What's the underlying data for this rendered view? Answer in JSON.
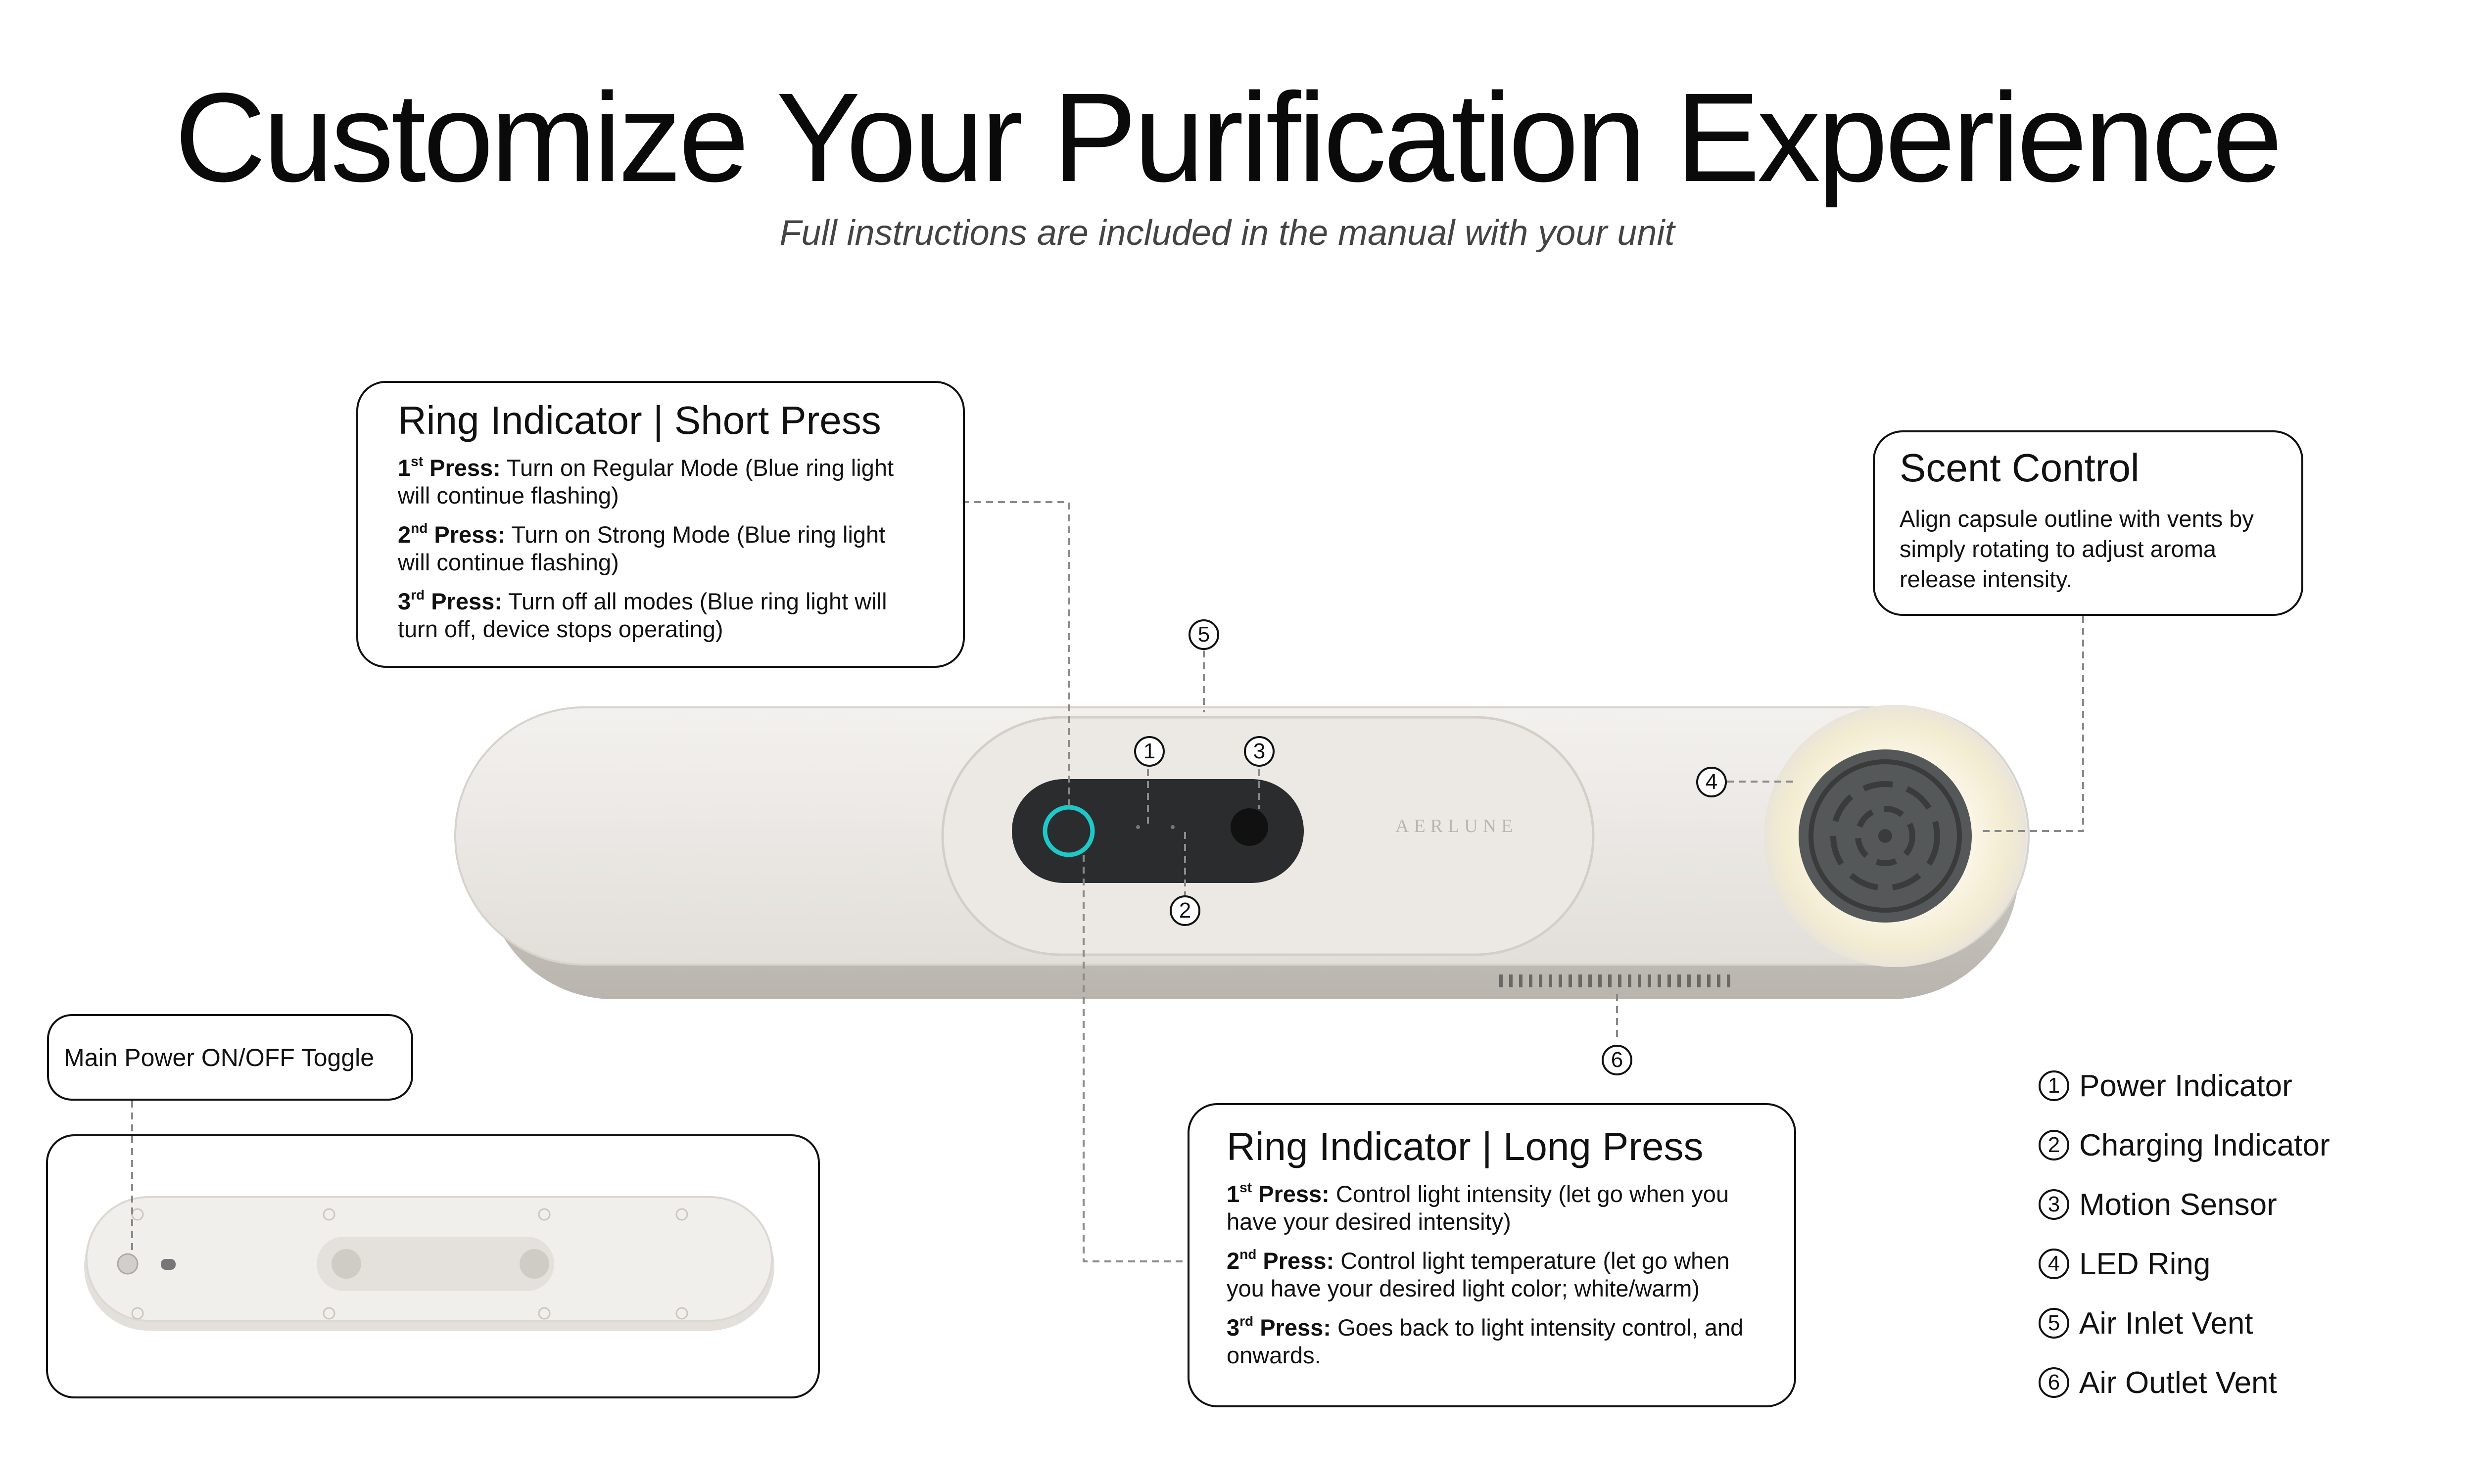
{
  "header": {
    "title": "Customize Your Purification Experience",
    "subtitle": "Full instructions are included in the manual with your unit"
  },
  "brand_mark": "AERLUNE",
  "callouts": {
    "short_press": {
      "title": "Ring Indicator | Short Press",
      "steps": [
        {
          "n": "1",
          "sup": "st",
          "label": "Press:",
          "text": " Turn on Regular Mode (Blue ring light will continue flashing)"
        },
        {
          "n": "2",
          "sup": "nd",
          "label": "Press:",
          "text": " Turn on Strong Mode (Blue ring light will continue flashing)"
        },
        {
          "n": "3",
          "sup": "rd",
          "label": "Press:",
          "text": " Turn off all modes (Blue ring light will turn off, device stops operating)"
        }
      ]
    },
    "scent": {
      "title": "Scent Control",
      "text": "Align capsule outline with vents by simply rotating to adjust aroma release intensity."
    },
    "long_press": {
      "title": "Ring Indicator | Long Press",
      "steps": [
        {
          "n": "1",
          "sup": "st",
          "label": "Press:",
          "text": " Control light intensity (let go when you have your desired intensity)"
        },
        {
          "n": "2",
          "sup": "nd",
          "label": "Press:",
          "text": " Control light temperature (let go when you have your desired light color; white/warm)"
        },
        {
          "n": "3",
          "sup": "rd",
          "label": "Press:",
          "text": " Goes back to light intensity control, and onwards."
        }
      ]
    },
    "power": {
      "title": "Main Power ON/OFF Toggle"
    }
  },
  "markers": [
    "1",
    "2",
    "3",
    "4",
    "5",
    "6"
  ],
  "legend": [
    {
      "num": "1",
      "label": "Power Indicator"
    },
    {
      "num": "2",
      "label": "Charging Indicator"
    },
    {
      "num": "3",
      "label": "Motion Sensor"
    },
    {
      "num": "4",
      "label": "LED Ring"
    },
    {
      "num": "5",
      "label": "Air Inlet Vent"
    },
    {
      "num": "6",
      "label": "Air Outlet Vent"
    }
  ],
  "colors": {
    "ring_accent": "#1ec8c8",
    "device_body": "#ebe8e3",
    "control_panel": "#2a2c2d",
    "led_glow": "#f6f0da"
  }
}
